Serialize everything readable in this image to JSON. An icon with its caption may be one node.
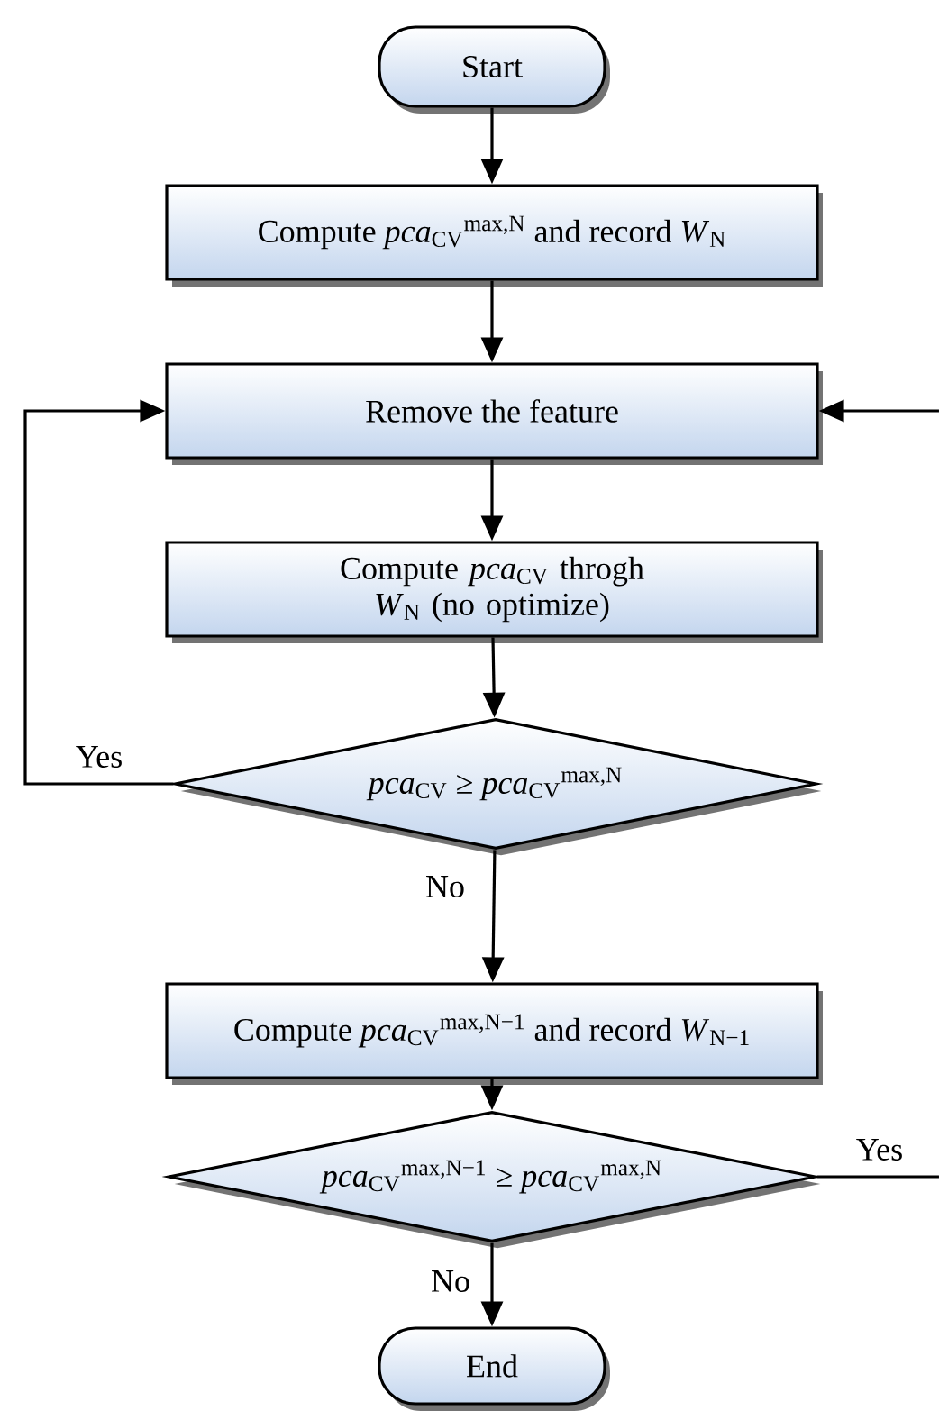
{
  "diagram": {
    "nodes": [
      {
        "text": [
          "Start"
        ]
      },
      {
        "text": [
          "Compute *pca*$_{CV}$$^{max,N}$ and record *W*$_{N}$"
        ]
      },
      {
        "text": [
          "Remove the feature"
        ]
      },
      {
        "text": [
          "Compute *pca*$_{CV}$ throgh *W*$_{N}$ (no optimize)"
        ]
      },
      {
        "text": [
          "*pca*$_{CV}$ ≥ *pca*$_{CV}$$^{max,N}$"
        ]
      },
      {
        "text": [
          "Compute *pca*$_{CV}$$^{max,N−1}$ and record *W*$_{N−1}$"
        ]
      },
      {
        "text": [
          "*pca*$_{CV}$$^{max,N−1}$ ≥ *pca*$_{CV}$$^{max,N}$"
        ]
      },
      {
        "text": [
          "End"
        ]
      }
    ],
    "edges": [
      {
        "from": 0,
        "to": 1,
        "arrow": "to"
      },
      {
        "from": 1,
        "to": 2,
        "arrow": "to"
      },
      {
        "from": 2,
        "to": 3,
        "arrow": "to"
      },
      {
        "from": 3,
        "to": 4,
        "arrow": "to"
      },
      {
        "from": 4,
        "to": 2,
        "arrow": "to",
        "label": "Yes"
      },
      {
        "from": 4,
        "to": 5,
        "arrow": "to",
        "label": "No"
      },
      {
        "from": 5,
        "to": 6,
        "arrow": "to"
      },
      {
        "from": 6,
        "to": 2,
        "arrow": "to",
        "label": "Yes"
      },
      {
        "from": 6,
        "to": 7,
        "arrow": "to",
        "label": "No"
      }
    ]
  }
}
